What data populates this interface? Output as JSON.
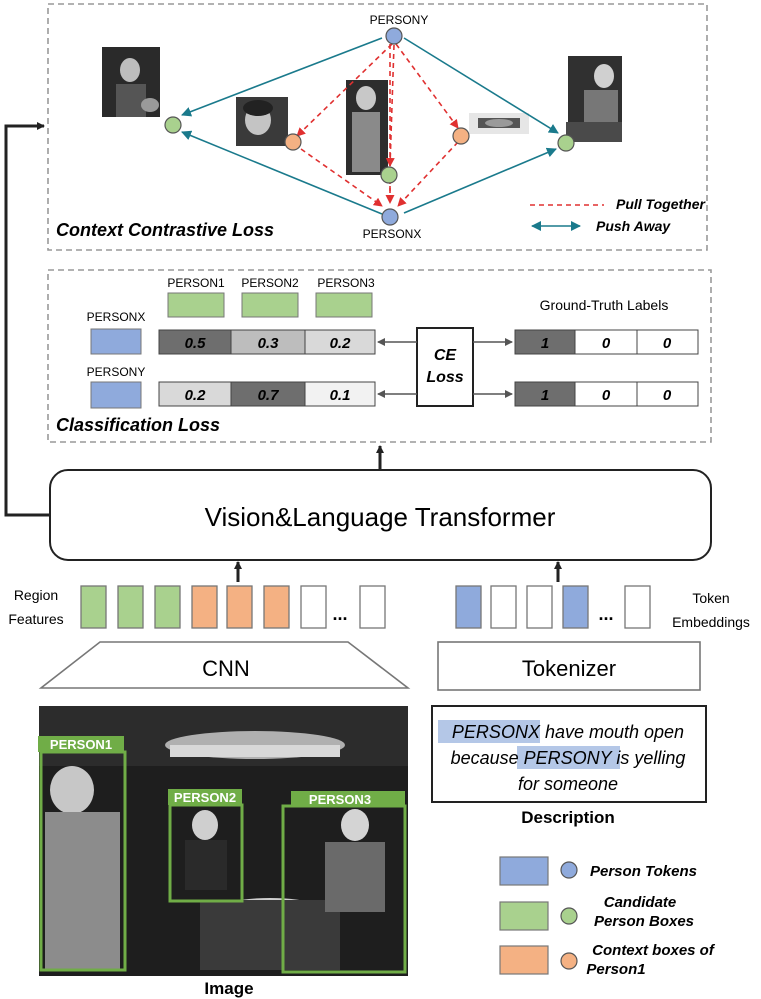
{
  "contrastive": {
    "title": "Context Contrastive Loss",
    "node_personx": "PERSONX",
    "node_persony": "PERSONY",
    "legend_pull": "Pull Together",
    "legend_push": "Push Away",
    "colors": {
      "pull": "#e03030",
      "push": "#1a7a8c",
      "token": "#8faadc",
      "candidate": "#a9d18e",
      "context": "#f4b183"
    }
  },
  "classification": {
    "title": "Classification Loss",
    "candidates": [
      "PERSON1",
      "PERSON2",
      "PERSON3"
    ],
    "row_labels": [
      "PERSONX",
      "PERSONY"
    ],
    "rows": [
      {
        "scores": [
          "0.5",
          "0.3",
          "0.2"
        ],
        "labels": [
          "1",
          "0",
          "0"
        ]
      },
      {
        "scores": [
          "0.2",
          "0.7",
          "0.1"
        ],
        "labels": [
          "1",
          "0",
          "0"
        ]
      }
    ],
    "ce_loss_line1": "CE",
    "ce_loss_line2": "Loss",
    "gt_title": "Ground-Truth Labels"
  },
  "transformer": {
    "label": "Vision&Language Transformer"
  },
  "region_features": {
    "label_line1": "Region",
    "label_line2": "Features",
    "ellipsis": "..."
  },
  "token_embeddings": {
    "label_line1": "Token",
    "label_line2": "Embeddings",
    "ellipsis": "..."
  },
  "cnn": {
    "label": "CNN"
  },
  "tokenizer": {
    "label": "Tokenizer"
  },
  "image": {
    "caption": "Image",
    "boxes": [
      "PERSON1",
      "PERSON2",
      "PERSON3"
    ]
  },
  "description": {
    "caption": "Description",
    "line1_token": "PERSONX",
    "line1_rest": " have mouth open",
    "line2_pre": "because ",
    "line2_token": "PERSONY",
    "line2_rest": " is yelling",
    "line3": "for someone"
  },
  "legend": {
    "person_tokens": "Person Tokens",
    "candidate_line1": "Candidate",
    "candidate_line2": "Person Boxes",
    "context_line1": "Context boxes of",
    "context_line2": "Person1"
  }
}
